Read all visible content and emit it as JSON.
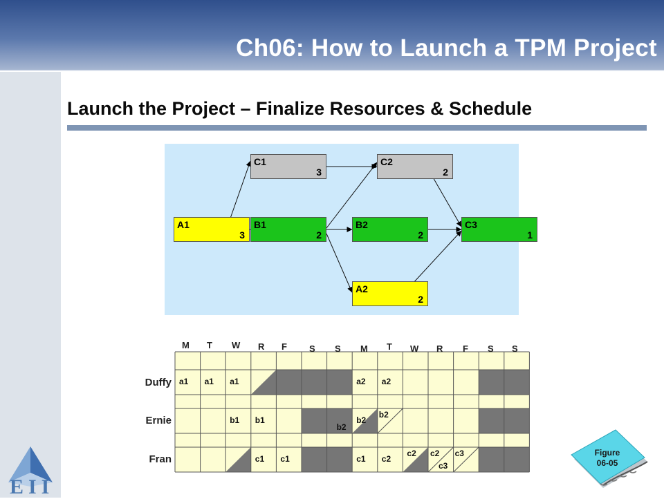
{
  "deck_title": "Ch06: How to Launch a TPM Project",
  "slide_title": "Launch the Project – Finalize Resources & Schedule",
  "network": {
    "nodes": [
      {
        "id": "C1",
        "duration": "3"
      },
      {
        "id": "C2",
        "duration": "2"
      },
      {
        "id": "A1",
        "duration": "3"
      },
      {
        "id": "B1",
        "duration": "2"
      },
      {
        "id": "B2",
        "duration": "2"
      },
      {
        "id": "C3",
        "duration": "1"
      },
      {
        "id": "A2",
        "duration": "2"
      }
    ],
    "edges": [
      [
        "A1",
        "C1"
      ],
      [
        "A1",
        "B1"
      ],
      [
        "C1",
        "C2"
      ],
      [
        "B1",
        "C2"
      ],
      [
        "B1",
        "B2"
      ],
      [
        "B1",
        "A2"
      ],
      [
        "C2",
        "C3"
      ],
      [
        "B2",
        "C3"
      ],
      [
        "A2",
        "C3"
      ]
    ],
    "colors": {
      "gray": "#c4c4c4",
      "green": "#1bc41b",
      "yellow": "#ffff00",
      "background": "#cde9fb"
    }
  },
  "schedule": {
    "days": [
      "M",
      "T",
      "W",
      "R",
      "F",
      "S",
      "S",
      "M",
      "T",
      "W",
      "R",
      "F",
      "S",
      "S"
    ],
    "resources": [
      {
        "name": "Duffy",
        "labels": [
          [
            "a1"
          ],
          [
            "a1"
          ],
          [
            "a1"
          ],
          [],
          [],
          [],
          [],
          [
            "a2"
          ],
          [
            "a2"
          ],
          [],
          [],
          [],
          [],
          []
        ]
      },
      {
        "name": "Ernie",
        "labels": [
          [],
          [],
          [
            "b1"
          ],
          [
            "b1"
          ],
          [],
          [],
          [
            "b2"
          ],
          [
            "b2"
          ],
          [
            "b2"
          ],
          [],
          [],
          [],
          [],
          []
        ]
      },
      {
        "name": "Fran",
        "labels": [
          [],
          [],
          [],
          [
            "c1"
          ],
          [
            "c1"
          ],
          [],
          [],
          [
            "c1"
          ],
          [
            "c2"
          ],
          [
            "c2"
          ],
          [
            "c2",
            "c3"
          ],
          [
            "c3"
          ],
          [],
          []
        ]
      }
    ],
    "colors": {
      "cell": "#fdfdd3",
      "blocked": "#767676",
      "line": "#555555"
    }
  },
  "figure_badge": {
    "line1": "Figure",
    "line2": "06-05"
  },
  "logo_text": "EII"
}
